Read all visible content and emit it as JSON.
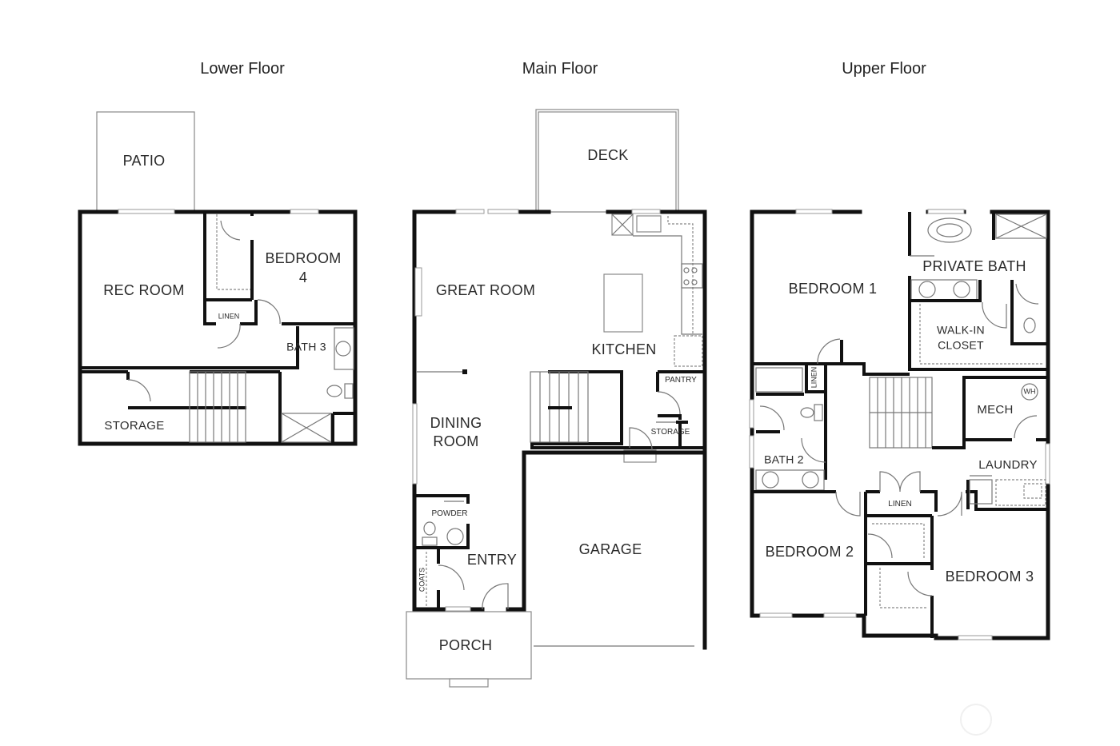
{
  "floors": [
    {
      "title": "Lower Floor",
      "rooms": {
        "patio": "PATIO",
        "rec_room": "REC ROOM",
        "bedroom4_line1": "BEDROOM",
        "bedroom4_line2": "4",
        "linen": "LINEN",
        "bath3": "BATH 3",
        "storage": "STORAGE"
      }
    },
    {
      "title": "Main Floor",
      "rooms": {
        "deck": "DECK",
        "great_room": "GREAT ROOM",
        "kitchen": "KITCHEN",
        "pantry": "PANTRY",
        "storage": "STORAGE",
        "dining_line1": "DINING",
        "dining_line2": "ROOM",
        "powder": "POWDER",
        "coats": "COATS",
        "entry": "ENTRY",
        "garage": "GARAGE",
        "porch": "PORCH"
      }
    },
    {
      "title": "Upper Floor",
      "rooms": {
        "bedroom1": "BEDROOM 1",
        "private_bath": "PRIVATE BATH",
        "walkin_line1": "WALK-IN",
        "walkin_line2": "CLOSET",
        "linen_vertical": "LINEN",
        "mech": "MECH",
        "water_heater": "WH",
        "bath2": "BATH 2",
        "laundry": "LAUNDRY",
        "linen": "LINEN",
        "bedroom2": "BEDROOM 2",
        "bedroom3": "BEDROOM 3"
      }
    }
  ],
  "colors": {
    "wall": "#111111",
    "fixture": "#777777",
    "text": "#2a2a2a"
  }
}
